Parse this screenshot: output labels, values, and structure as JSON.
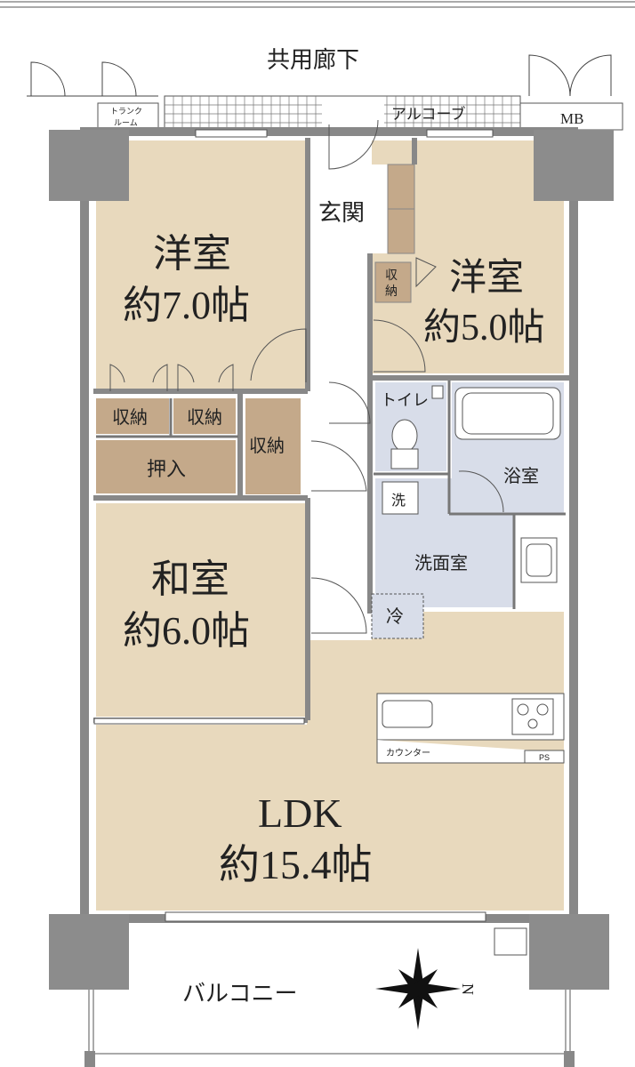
{
  "labels": {
    "corridor": "共用廊下",
    "trunk_room_1": "トランク",
    "trunk_room_2": "ルーム",
    "alcove": "アルコーブ",
    "mb": "MB",
    "entrance": "玄関",
    "western_a_name": "洋室",
    "western_a_size": "約7.0帖",
    "western_b_name": "洋室",
    "western_b_size": "約5.0帖",
    "closet_1": "収",
    "closet_2": "納",
    "storage_a": "収納",
    "storage_b": "収納",
    "storage_c": "収納",
    "oshiire": "押入",
    "toilet": "トイレ",
    "bath": "浴室",
    "washer": "洗",
    "washroom": "洗面室",
    "fridge": "冷",
    "japanese_name": "和室",
    "japanese_size": "約6.0帖",
    "counter": "カウンター",
    "ps": "PS",
    "ldk_name": "LDK",
    "ldk_size": "約15.4帖",
    "balcony": "バルコニー",
    "compass_n": "N"
  },
  "colors": {
    "room_fill": "#e8d9bd",
    "storage_fill": "#c4a98a",
    "wet_fill": "#d8dde9",
    "wall": "#8c8c8c",
    "pillar": "#8c8c8c"
  }
}
